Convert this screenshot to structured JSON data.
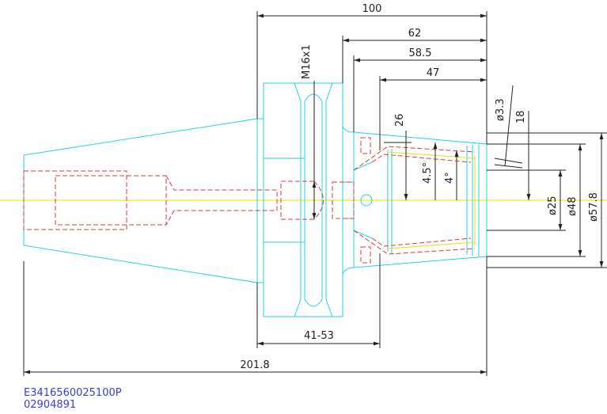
{
  "dimensions": {
    "overall_length": "201.8",
    "d100": "100",
    "d62": "62",
    "d58_5": "58.5",
    "d47": "47",
    "thread": "M16x1",
    "d26": "26",
    "dia3_3": "ø3.3",
    "d18": "18",
    "angle_45": "4.5°",
    "angle_4": "4°",
    "dia25": "ø25",
    "dia48": "ø48",
    "dia57_8": "ø57.8",
    "range": "41-53"
  },
  "part_codes": [
    "E3416560025100P",
    "02904891"
  ],
  "colors": {
    "outline": "#22d3e6",
    "hidden": "#d93a3a",
    "centerline": "#e8e000",
    "dimension": "#202020",
    "part_code": "#3a3ad8"
  }
}
